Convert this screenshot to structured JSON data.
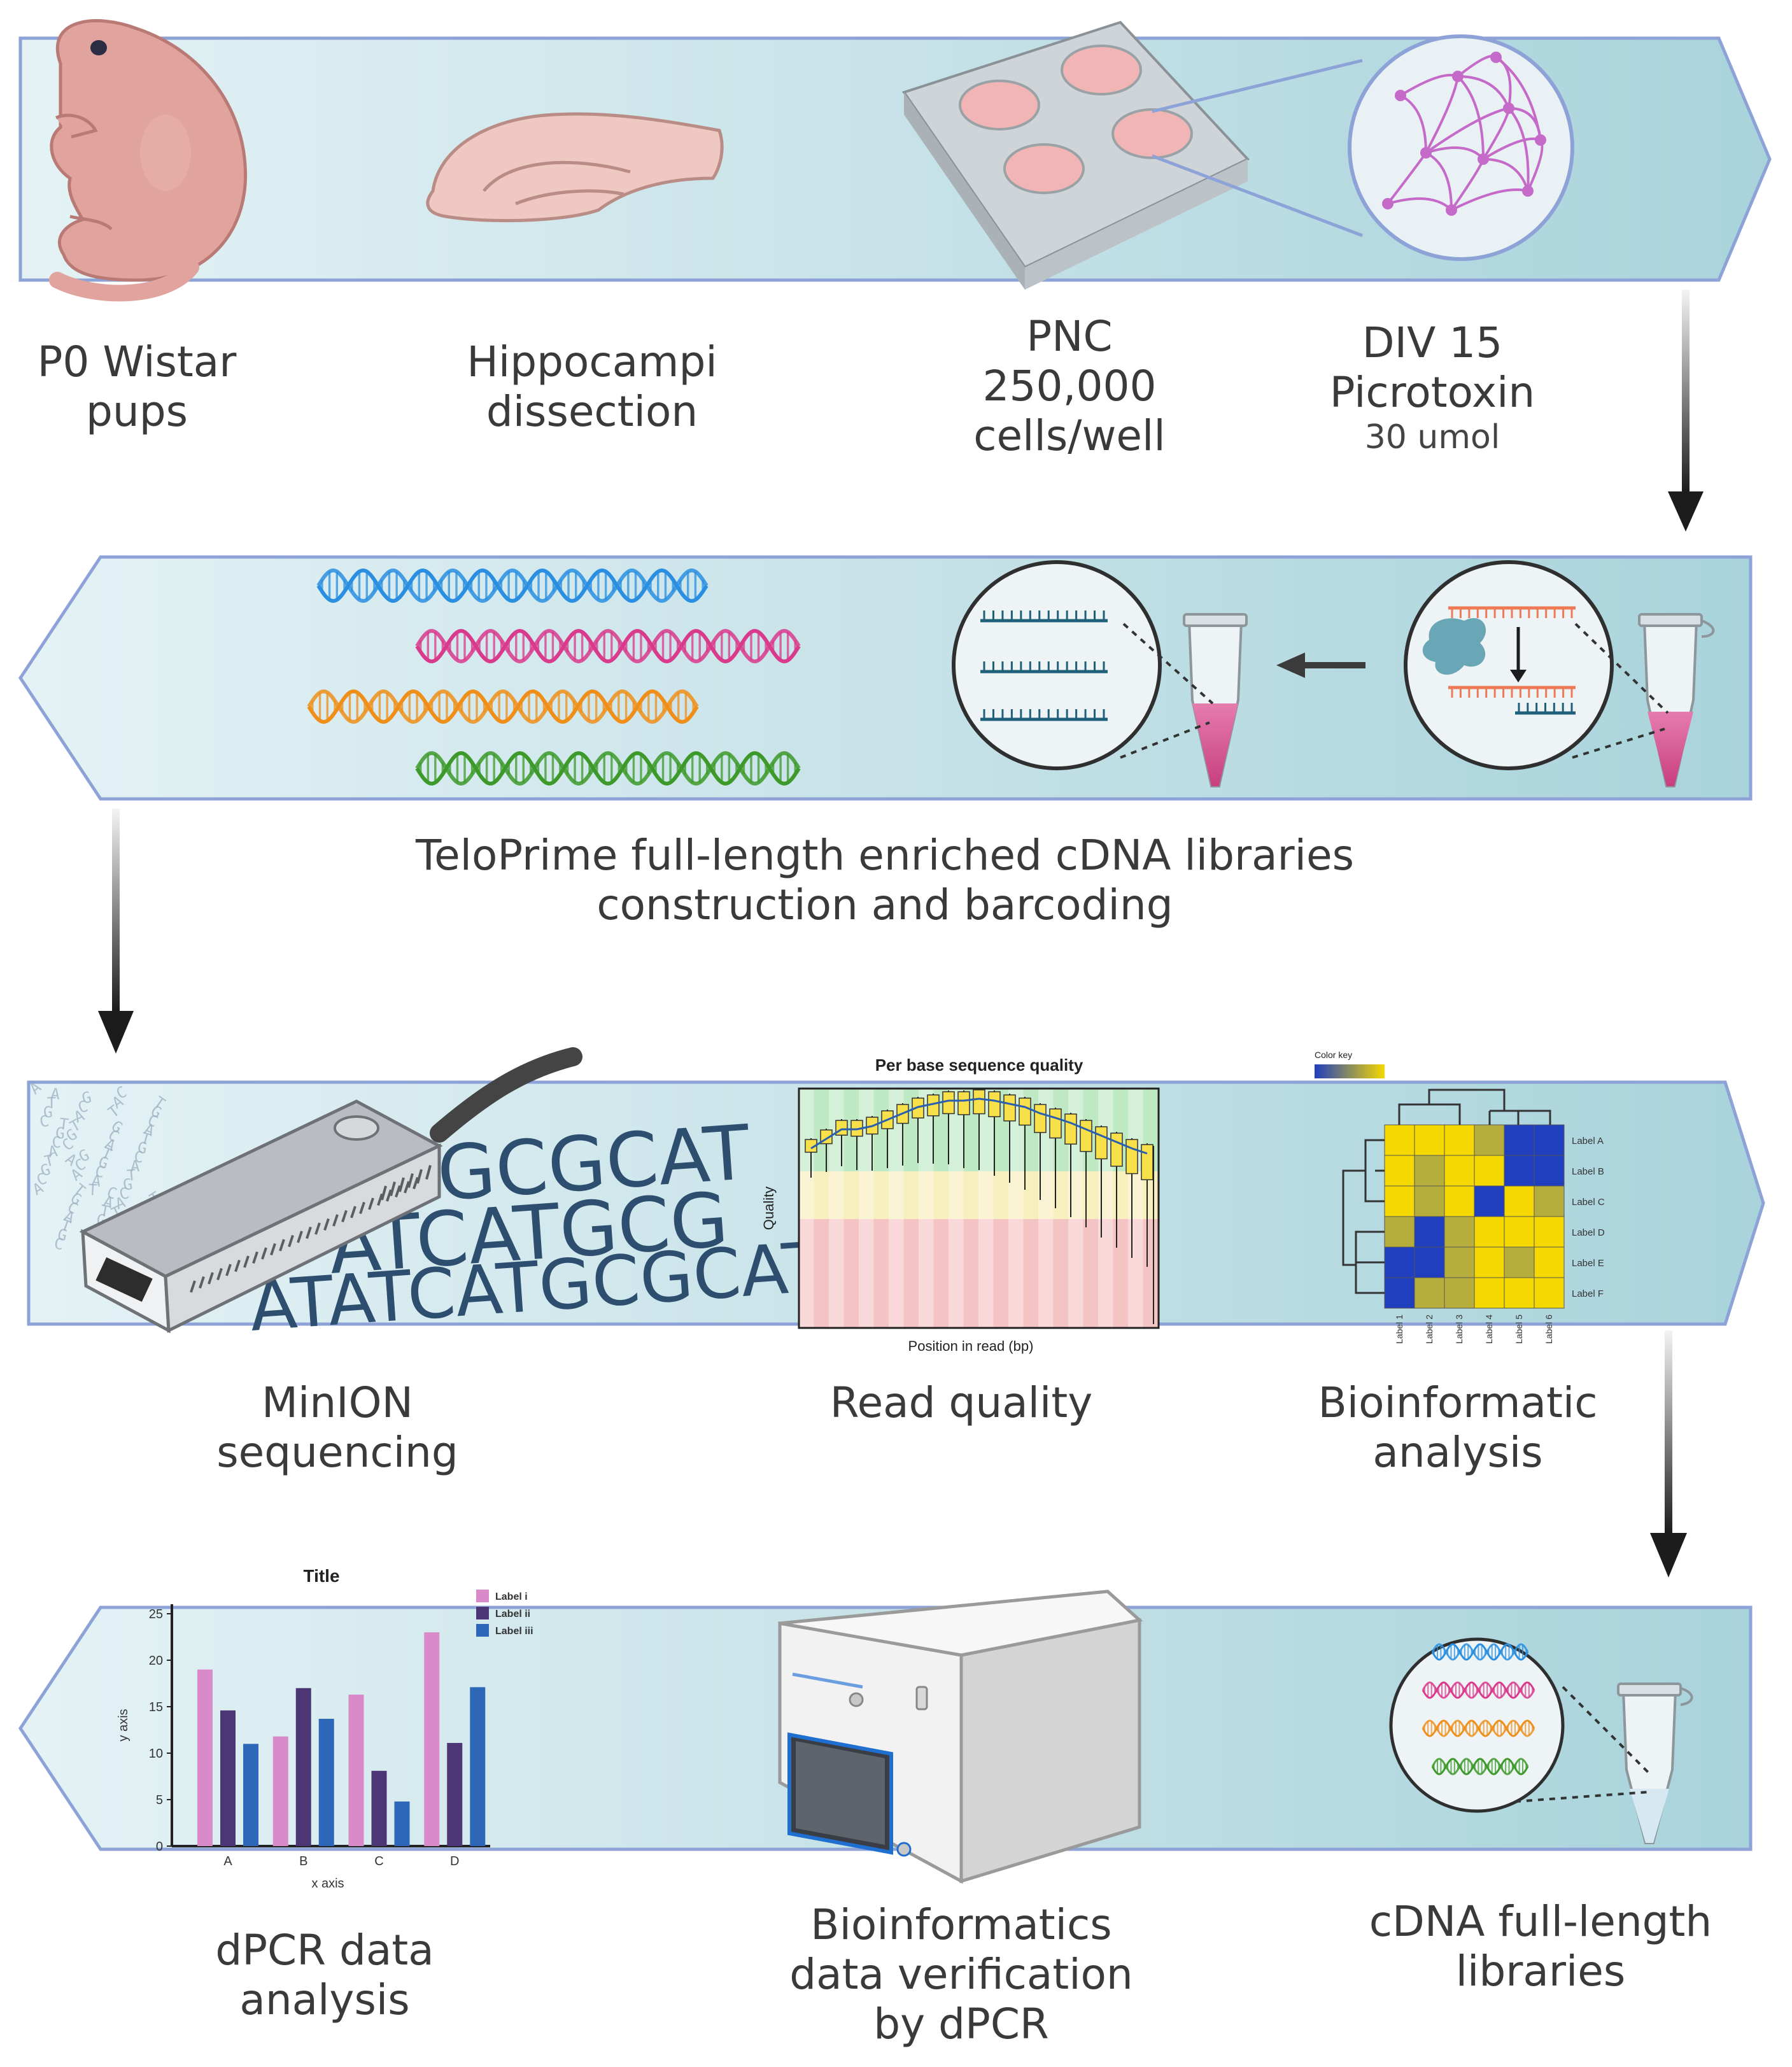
{
  "row1": {
    "step1": {
      "line1": "P0 Wistar",
      "line2": "pups"
    },
    "step2": {
      "line1": "Hippocampi",
      "line2": "dissection"
    },
    "step3": {
      "line1": "PNC",
      "line2": "250,000",
      "line3": "cells/well"
    },
    "step4": {
      "line1": "DIV 15",
      "line2": "Picrotoxin",
      "line3": "30 umol"
    }
  },
  "row2": {
    "caption_line1": "TeloPrime full-length enriched cDNA libraries",
    "caption_line2": "construction and barcoding"
  },
  "row3": {
    "step1": {
      "line1": "MinION",
      "line2": "sequencing"
    },
    "step2": {
      "line1": "Read quality"
    },
    "step3": {
      "line1": "Bioinformatic",
      "line2": "analysis"
    },
    "seq_text": [
      "GCGCAT",
      "ATCATGCG",
      "ATATCATGCGCAT"
    ],
    "quality_plot": {
      "title": "Per base sequence quality",
      "ylabel": "Quality",
      "xlabel": "Position in read (bp)"
    },
    "heatmap": {
      "color_key": "Color key",
      "row_labels": [
        "Label A",
        "Label B",
        "Label C",
        "Label D",
        "Label E",
        "Label F"
      ],
      "col_labels": [
        "Label 1",
        "Label 2",
        "Label 3",
        "Label 4",
        "Label 5",
        "Label 6"
      ],
      "cells": [
        [
          "y",
          "y",
          "y",
          "o",
          "b",
          "b"
        ],
        [
          "y",
          "o",
          "y",
          "y",
          "b",
          "b"
        ],
        [
          "y",
          "o",
          "y",
          "b",
          "y",
          "o"
        ],
        [
          "o",
          "b",
          "o",
          "y",
          "y",
          "y"
        ],
        [
          "b",
          "b",
          "o",
          "y",
          "o",
          "y"
        ],
        [
          "b",
          "o",
          "o",
          "y",
          "y",
          "y"
        ]
      ],
      "colors": {
        "y": "#f5d800",
        "o": "#b6ae3c",
        "b": "#1f3fbf"
      }
    }
  },
  "row4": {
    "step1": {
      "line1": "dPCR data",
      "line2": "analysis"
    },
    "step2": {
      "line1": "Bioinformatics",
      "line2": "data verification",
      "line3": "by dPCR"
    },
    "step3": {
      "line1": "cDNA full-length",
      "line2": "libraries"
    }
  },
  "chart_data": {
    "type": "bar",
    "title": "Title",
    "xlabel": "x axis",
    "ylabel": "y axis",
    "categories": [
      "A",
      "B",
      "C",
      "D"
    ],
    "ylim": [
      0,
      25
    ],
    "yticks": [
      0,
      5,
      10,
      15,
      20,
      25
    ],
    "legend_position": "top-right",
    "series": [
      {
        "name": "Label i",
        "values": [
          19,
          11.8,
          16.3,
          23
        ],
        "color": "#d98ac9"
      },
      {
        "name": "Label ii",
        "values": [
          14.6,
          17,
          8.1,
          11.1
        ],
        "color": "#4c3675"
      },
      {
        "name": "Label iii",
        "values": [
          11,
          13.7,
          4.8,
          17.1
        ],
        "color": "#2e67b8"
      }
    ]
  },
  "colors": {
    "band_fill": "#b9dde3",
    "band_stroke": "#8da2d6",
    "dna": [
      "#2a8fe0",
      "#d93a8c",
      "#ef8f1a",
      "#3d9a2a"
    ],
    "arrow": "#1c1c1c",
    "text": "#3a3a3a"
  }
}
